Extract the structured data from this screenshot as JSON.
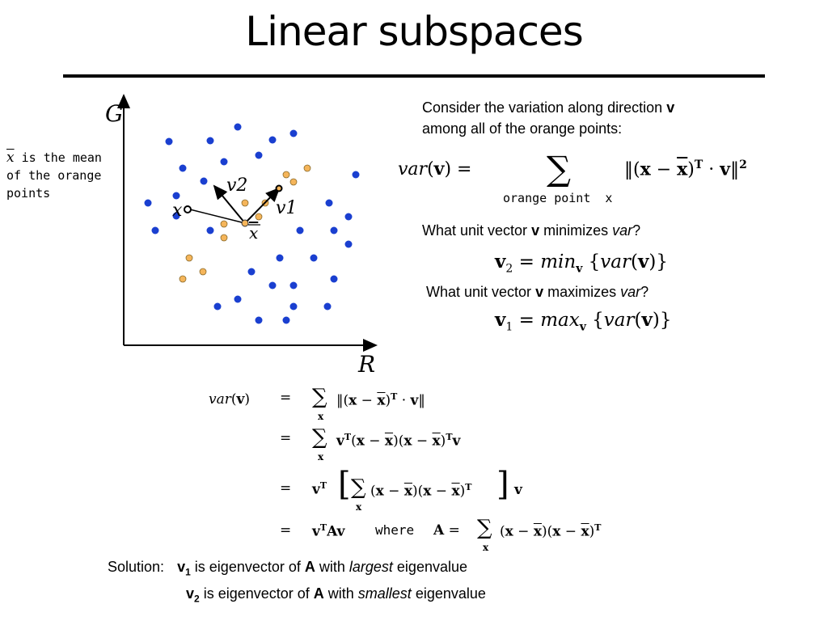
{
  "slide": {
    "title": "Linear subspaces"
  },
  "plot": {
    "y_axis_label": "G",
    "x_axis_label": "R",
    "mean_label": "x",
    "v1_label": "v1",
    "v2_label": "v2",
    "x_point_label": "x",
    "note_line1": "is the mean",
    "note_line2": "of the orange",
    "note_line3": "points",
    "colors": {
      "blue": "#1a3fd0",
      "orange": "#f5b55a",
      "axis": "#000000"
    }
  },
  "text": {
    "consider_line1": "Consider the variation along direction",
    "consider_v": "v",
    "consider_line2": "among all of the orange points:",
    "q_min_pre": "What unit vector",
    "q_min_v": "v",
    "q_min_mid": "minimizes",
    "q_min_var": "var",
    "q_min_end": "?",
    "q_max_pre": "What unit vector",
    "q_max_v": "v",
    "q_max_mid": "maximizes",
    "q_max_var": "var",
    "q_max_end": "?",
    "sum_sub": "orange point  x",
    "where_word": "where",
    "solution_label": "Solution:",
    "sol1_v": "v",
    "sol1_sub": "1",
    "sol1_text_a": " is eigenvector of ",
    "sol1_A": "A",
    "sol1_text_b": " with ",
    "sol1_em": "largest",
    "sol1_text_c": " eigenvalue",
    "sol2_v": "v",
    "sol2_sub": "2",
    "sol2_text_a": " is eigenvector of ",
    "sol2_A": "A",
    "sol2_text_b": " with ",
    "sol2_em": "smallest",
    "sol2_text_c": " eigenvalue"
  }
}
